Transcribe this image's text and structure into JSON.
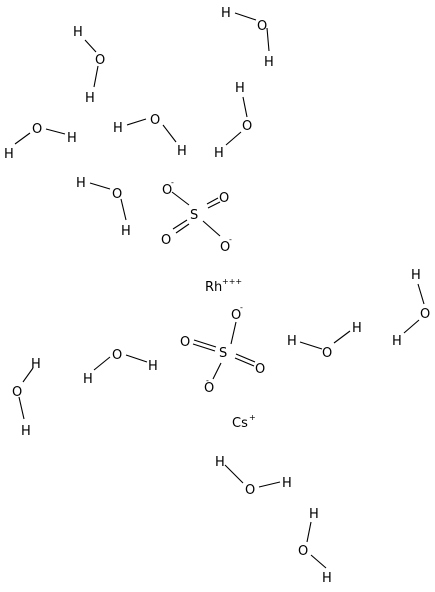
{
  "labels": {
    "hydrogen": "H",
    "oxygen": "O",
    "sulfur": "S",
    "rhodium": "Rh",
    "rhodium_charge": "+++",
    "cesium": "Cs",
    "cesium_charge": "+",
    "oxide_charge": "-"
  },
  "colors": {
    "ink": "#000000",
    "background": "#ffffff"
  },
  "molecules": [
    {
      "type": "water",
      "count": 12
    },
    {
      "type": "sulfate",
      "count": 2
    },
    {
      "type": "rhodium-ion",
      "count": 1
    },
    {
      "type": "cesium-ion",
      "count": 1
    }
  ]
}
